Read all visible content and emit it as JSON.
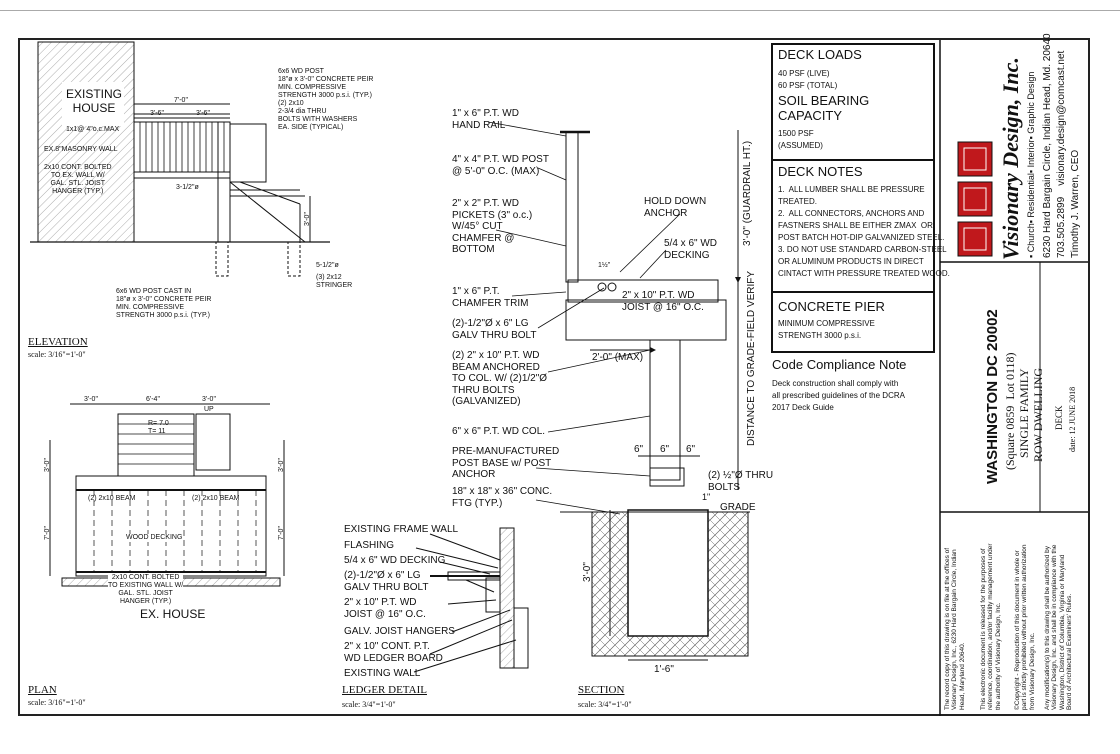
{
  "elevation": {
    "existing_house": "EXISTING\nHOUSE",
    "post_note": "6x6 WD POST\n18\"ø x 3'-0\" CONCRETE PEIR\nMIN. COMPRESSIVE\nSTRENGTH 3000 p.s.i. (TYP.)\n(2) 2x10\n2-3/4 dia THRU\nBOLTS WITH WASHERS\nEA. SIDE (TYPICAL)",
    "dim_7": "7'-0\"",
    "dim_36a": "3'-6\"",
    "dim_36b": "3'-6\"",
    "masonry_1": "1x1@ 4\"o.c.MAX",
    "masonry_2": "EX.8\"MASONRY WALL",
    "bolted": "2x10 CONT. BOLTED\nTO EX. WALL W/\nGAL. STL. JOIST\nHANGER (TYP.)",
    "dim_312": "3-1/2\"ø",
    "dim_30v": "3'-0\"",
    "dim_512": "5-1/2\"ø",
    "stringer": "(3) 2x12\nSTRINGER",
    "post_cast": "6x6 WD POST CAST IN\n18\"ø x 3'-0\" CONCRETE PEIR\nMIN. COMPRESSIVE\nSTRENGTH 3000 p.s.i. (TYP.)",
    "title": "ELEVATION",
    "scale": "scale: 3/16\"=1'-0\""
  },
  "plan": {
    "d30a": "3'-0\"",
    "d64": "6'-4\"",
    "d30b": "3'-0\"",
    "up": "UP",
    "riser": "R= 7.0\nT= 11",
    "beam_left": "(2) 2x10 BEAM",
    "beam_right": "(2) 2x10 BEAM",
    "decking": "WOOD DECKING",
    "side_30l": "3'-0\"",
    "side_30r": "3'-0\"",
    "side_70l": "7'-0\"",
    "side_70r": "7'-0\"",
    "bolted": "2x10 CONT. BOLTED\nTO EXISTING WALL W/\nGAL. STL. JOIST\nHANGER (TYP.)",
    "house": "EX. HOUSE",
    "title": "PLAN",
    "scale": "scale: 3/16\"=1'-0\""
  },
  "section_labels": {
    "handrail": "1\" x 6\" P.T. WD\nHAND RAIL",
    "post": "4\" x 4\" P.T. WD POST\n@ 5'-0\" O.C. (MAX)",
    "pickets": "2\" x 2\" P.T. WD\nPICKETS (3\" o.c.)\nW/45° CUT\nCHAMFER @\nBOTTOM",
    "hold_down": "HOLD DOWN\nANCHOR",
    "decking": "5/4 x 6\" WD\nDECKING",
    "chamfer": "1\" x 6\" P.T.\nCHAMFER TRIM",
    "thru_bolt": "(2)-1/2\"Ø x 6\" LG\nGALV THRU BOLT",
    "joist": "2\" x 10\" P.T. WD\nJOIST @ 16\" O.C.",
    "beam": "(2) 2\" x 10\" P.T. WD\nBEAM ANCHORED\nTO COL. W/ (2)1/2\"Ø\nTHRU BOLTS\n(GALVANIZED)",
    "max": "2'-0\" (MAX)",
    "col": "6\" x 6\" P.T. WD COL.",
    "post_base": "PRE-MANUFACTURED\nPOST BASE w/ POST\nANCHOR",
    "ftg": "18\" x 18\" x 36\" CONC.\nFTG (TYP.)",
    "d6a": "6\"",
    "d6b": "6\"",
    "d6c": "6\"",
    "thru_bolts": "(2) ½\"Ø THRU\nBOLTS",
    "grade": "GRADE",
    "d30": "3'-0\"",
    "d16": "1'-6\"",
    "d1": "1\"",
    "guardrail_ht": "3'-0\" (GUARDRAIL HT.)",
    "distance": "DISTANCE TO GRADE-FIELD VERIFY",
    "d112": "1½\"",
    "title": "SECTION",
    "scale": "scale: 3/4\"=1'-0\""
  },
  "ledger": {
    "labels": [
      "EXISTING FRAME WALL",
      "FLASHING",
      "5/4 x 6\" WD DECKING",
      "(2)-1/2\"Ø x 6\" LG\nGALV THRU BOLT",
      "2\" x 10\" P.T. WD\nJOIST @ 16\" O.C.",
      "GALV. JOIST HANGERS",
      "2\" x 10\" CONT. P.T.\nWD LEDGER BOARD",
      "EXISTING WALL"
    ],
    "title": "LEDGER DETAIL",
    "scale": "scale: 3/4\"=1'-0\""
  },
  "notes": {
    "loads_title": "DECK LOADS",
    "loads_text": "40 PSF (LIVE)\n60 PSF (TOTAL)",
    "soil_title": "SOIL BEARING\nCAPACITY",
    "soil_text": "1500 PSF\n(ASSUMED)",
    "deck_title": "DECK NOTES",
    "deck_text": "1.  ALL LUMBER SHALL BE PRESSURE\nTREATED.\n2.  ALL CONNECTORS, ANCHORS AND\nFASTNERS SHALL BE EITHER ZMAX  OR\nPOST BATCH HOT-DIP GALVANIZED STEEL.\n3. DO NOT USE STANDARD CARBON-STEEL\nOR ALUMINUM PRODUCTS IN DIRECT\nCINTACT WITH PRESSURE TREATED WOOD.",
    "pier_title": "CONCRETE PIER",
    "pier_text": "MINIMUM COMPRESSIVE\nSTRENGTH 3000 p.s.i.",
    "code_title": "Code Compliance Note",
    "code_text": "Deck construction shall comply with\nall prescribed guidelines of the DCRA\n2017 Deck Guide"
  },
  "title_block": {
    "company": "Visionary Design, Inc.",
    "services": "▪ Church▪ Residential▪ Interior▪ Graphic Design",
    "address": "6230 Hard Bargain Circle, Indian Head, Md. 20640",
    "phone": "703.505.2899    visionary.design@comcast.net",
    "ceo": "Timothy J. Warren, CEO",
    "project": "WASHINGTON DC 20002",
    "square": "(Square 0859  Lot 0118)",
    "type1": "SINGLE FAMILY",
    "type2": "ROW DWELLING",
    "sheet": "DECK",
    "date": "date: 12 JUNE 2018",
    "legal1": "The record copy of this drawing is on file at the offices of\nVisionary Design, Inc., 6230 Hard Bargain Circle, Indian\nHead, Maryland 20640.",
    "legal2": "This electronic document is released for the purposes of\nreference, coordination, and/or facility management under\nthe authority of Visionary Design, Inc.",
    "legal3": "©Copyright - Reproduction of this document in whole or\npart is strictly prohibited without prior written authorization\nfrom Visionary Design, Inc.",
    "legal4": "Any modification(s) to this drawing shall be authorized by\nVisionary Design, Inc. and shall be in compliance with the\nWashington, District of Columbia, Virginia or Maryland\nBoard of Architectural Examiners' Rules."
  },
  "colors": {
    "logo_red": "#c0181c",
    "line": "#111111"
  }
}
